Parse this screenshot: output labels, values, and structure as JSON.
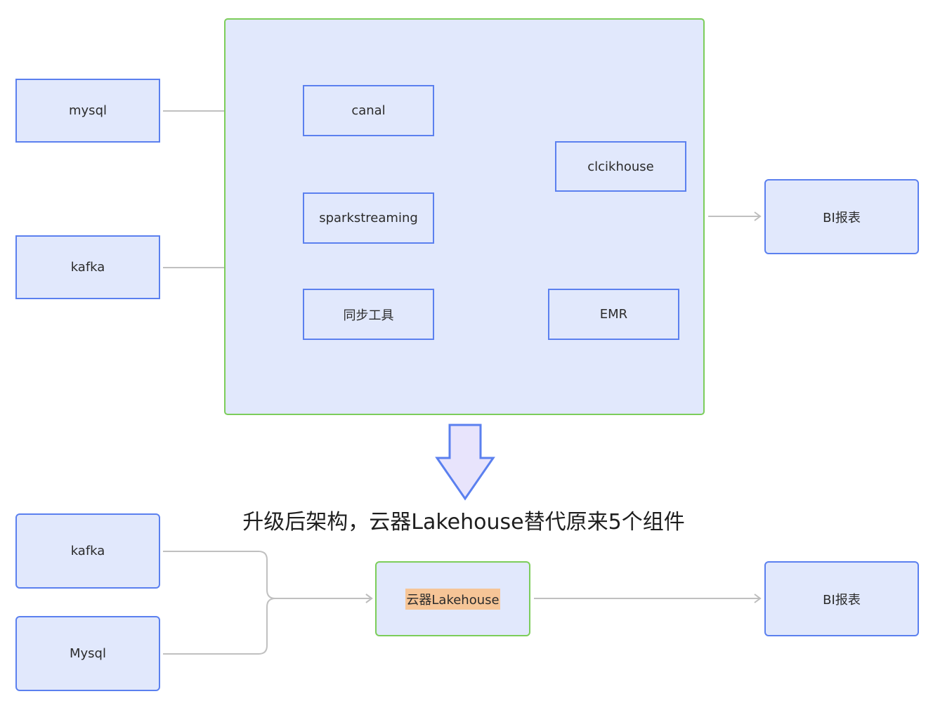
{
  "top": {
    "sources": {
      "mysql": "mysql",
      "kafka": "kafka"
    },
    "inner": {
      "canal": "canal",
      "sparkstreaming": "sparkstreaming",
      "sync_tool": "同步工具",
      "clickhouse": "clcikhouse",
      "emr": "EMR"
    },
    "bi": "BI报表"
  },
  "caption": "升级后架构，云器Lakehouse替代原来5个组件",
  "bottom": {
    "sources": {
      "kafka": "kafka",
      "mysql": "Mysql"
    },
    "lakehouse": "云器Lakehouse",
    "bi": "BI报表"
  },
  "colors": {
    "node_fill": "#e1e8fc",
    "node_border": "#5b80ef",
    "group_border": "#7ccd5a",
    "edge": "#c0c0c0",
    "highlight": "#f6c597"
  }
}
